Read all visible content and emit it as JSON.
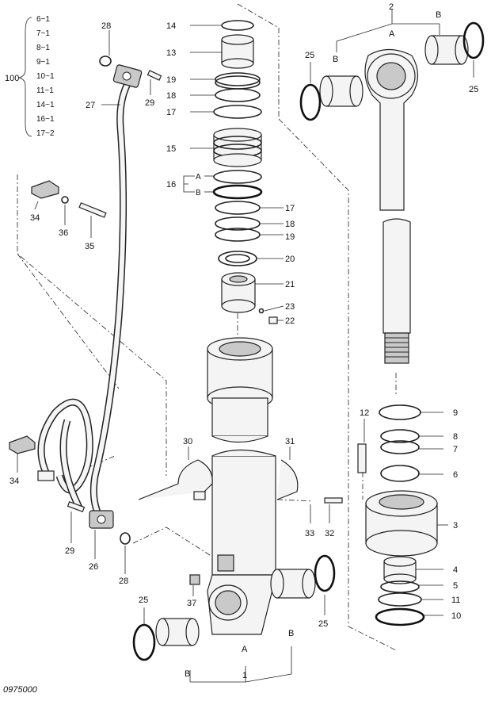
{
  "drawing_code": "0975000",
  "group_label": "100",
  "group_items": [
    "6~1",
    "7~1",
    "8~1",
    "9~1",
    "10~1",
    "11~1",
    "14~1",
    "16~1",
    "17~2"
  ],
  "callouts": {
    "n1": "1",
    "n2": "2",
    "n3": "3",
    "n4": "4",
    "n5": "5",
    "n6": "6",
    "n7": "7",
    "n8": "8",
    "n9": "9",
    "n10": "10",
    "n11": "11",
    "n12": "12",
    "n13": "13",
    "n14": "14",
    "n15": "15",
    "n16": "16",
    "n17a": "17",
    "n17b": "17",
    "n18a": "18",
    "n18b": "18",
    "n19a": "19",
    "n19b": "19",
    "n20": "20",
    "n21": "21",
    "n22": "22",
    "n23": "23",
    "n25a": "25",
    "n25b": "25",
    "n25c": "25",
    "n25d": "25",
    "n26": "26",
    "n27": "27",
    "n28a": "28",
    "n28b": "28",
    "n29a": "29",
    "n29b": "29",
    "n30": "30",
    "n31": "31",
    "n32": "32",
    "n33": "33",
    "n34a": "34",
    "n34b": "34",
    "n35": "35",
    "n36": "36",
    "n37": "37"
  },
  "letters": {
    "a_top": "A",
    "b_top_left": "B",
    "b_top_right": "B",
    "a_16": "A",
    "b_16": "B",
    "a_bottom": "A",
    "b_bottom_left": "B",
    "b_bottom_right": "B"
  }
}
